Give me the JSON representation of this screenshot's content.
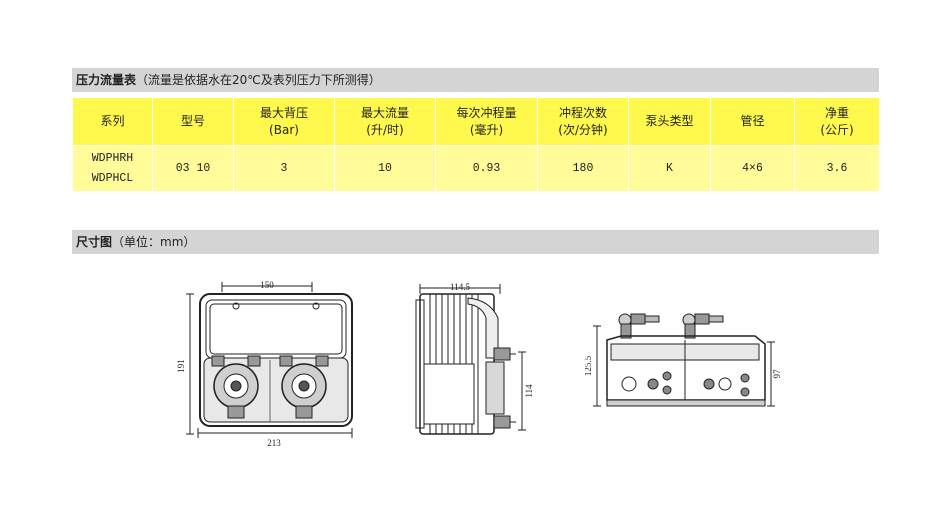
{
  "flow_section": {
    "title": "压力流量表",
    "note": "（流量是依据水在20℃及表列压力下所测得）"
  },
  "table": {
    "headers": [
      [
        "系列"
      ],
      [
        "型号"
      ],
      [
        "最大背压",
        "(Bar)"
      ],
      [
        "最大流量",
        "(升/时)"
      ],
      [
        "每次冲程量",
        "(毫升)"
      ],
      [
        "冲程次数",
        "(次/分钟)"
      ],
      [
        "泵头类型"
      ],
      [
        "管径"
      ],
      [
        "净重",
        "(公斤)"
      ]
    ],
    "row": {
      "series": [
        "WDPHRH",
        "WDPHCL"
      ],
      "model": "03 10",
      "max_pressure": "3",
      "max_flow": "10",
      "stroke_volume": "0.93",
      "stroke_rate": "180",
      "head_type": "K",
      "tube": "4×6",
      "weight": "3.6"
    }
  },
  "dim_section": {
    "title": "尺寸图",
    "note": "（单位：mm）"
  },
  "dimensions": {
    "front_width_top": "150",
    "front_height": "191",
    "front_width_bottom": "213",
    "side_depth": "114.5",
    "side_height": "114",
    "back_height_left": "125.5",
    "back_height_right": "97"
  }
}
